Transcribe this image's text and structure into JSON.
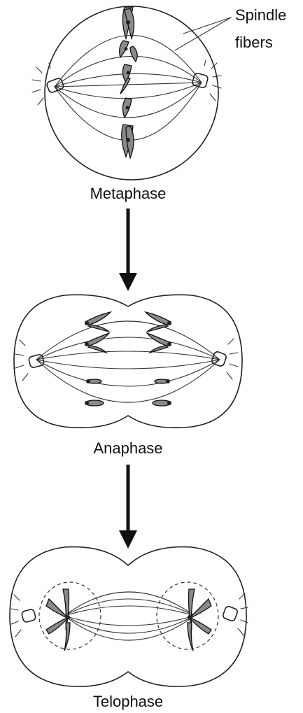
{
  "labels": {
    "spindle_line1": "Spindle",
    "spindle_line2": "fibers",
    "metaphase": "Metaphase",
    "anaphase": "Anaphase",
    "telophase": "Telophase"
  },
  "colors": {
    "line": "#222222",
    "chromosome_fill": "#8a8a8a",
    "background": "#ffffff"
  }
}
